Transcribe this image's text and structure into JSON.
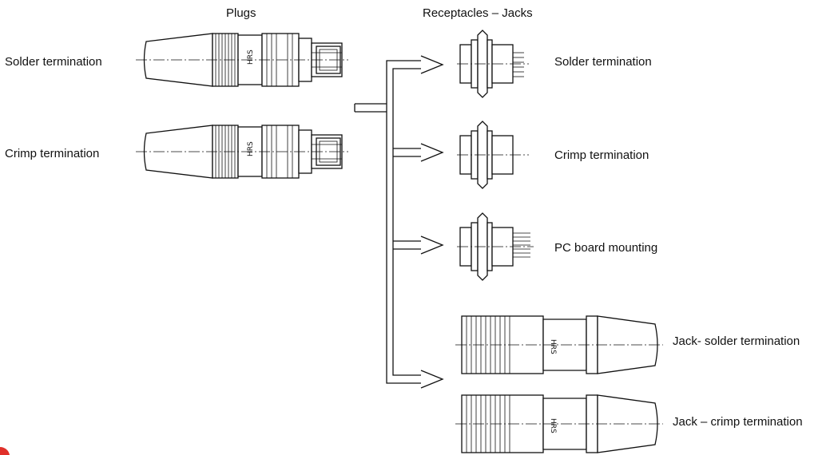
{
  "headers": {
    "plugs": "Plugs",
    "receptacles": "Receptacles – Jacks"
  },
  "plugs": [
    {
      "label": "Solder termination",
      "icon": "plug-solder-icon"
    },
    {
      "label": "Crimp termination",
      "icon": "plug-crimp-icon"
    }
  ],
  "receptacles": [
    {
      "label": "Solder termination",
      "icon": "receptacle-solder-icon"
    },
    {
      "label": "Crimp termination",
      "icon": "receptacle-crimp-icon"
    },
    {
      "label": "PC board mounting",
      "icon": "receptacle-pcb-icon"
    },
    {
      "label": "Jack- solder termination",
      "icon": "jack-solder-icon"
    },
    {
      "label": "Jack – crimp termination",
      "icon": "jack-crimp-icon"
    }
  ],
  "logo_text": "HRS",
  "colors": {
    "line": "#111111",
    "background": "#ffffff",
    "corner_mark": "#e0302a"
  }
}
